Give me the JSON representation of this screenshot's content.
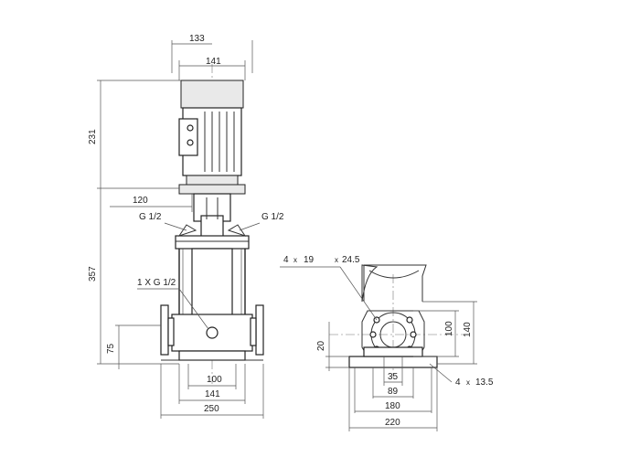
{
  "front_view": {
    "dims": {
      "d133": "133",
      "d141_top": "141",
      "d231": "231",
      "d120": "120",
      "d357": "357",
      "d75": "75",
      "d100": "100",
      "d141_bottom": "141",
      "d250": "250"
    },
    "labels": {
      "g_left": "G 1/2",
      "g_right": "G 1/2",
      "drain": "1 X G 1/2"
    }
  },
  "base_view": {
    "dims": {
      "d20": "20",
      "d35": "35",
      "d89": "89",
      "d180": "180",
      "d220": "220",
      "d100": "100",
      "d140": "140"
    },
    "labels": {
      "holes_4x19": "4",
      "x1": "x",
      "num19": "19",
      "x2": "x",
      "num24_5": "24.5",
      "holes_4x13_5": "4",
      "x3": "x",
      "num13_5": "13.5"
    }
  }
}
